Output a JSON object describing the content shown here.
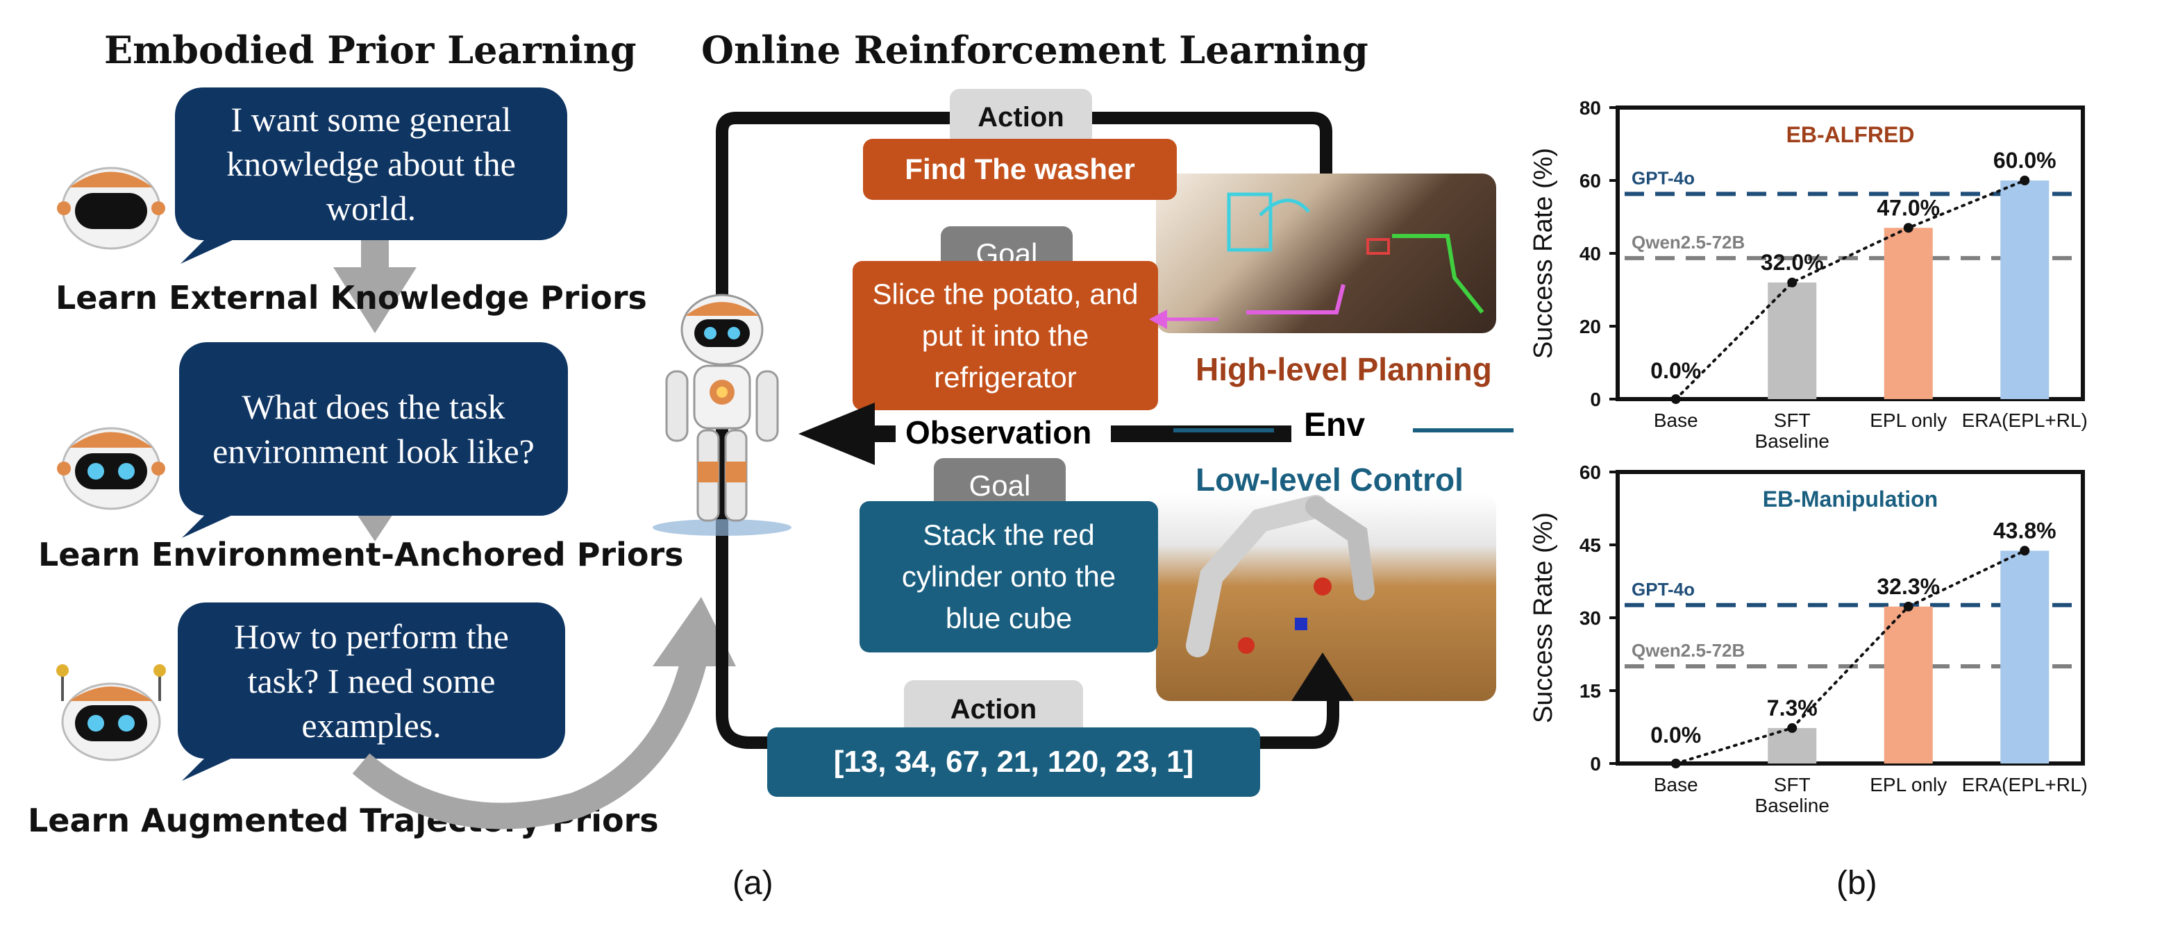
{
  "panel_a": {
    "caption": "(a)",
    "epl_title": "Embodied Prior Learning",
    "orl_title": "Online Reinforcement Learning",
    "bubbles": [
      {
        "text": "I want some general knowledge about the world.",
        "label": "Learn External Knowledge Priors"
      },
      {
        "text": "What does the task environment look like?",
        "label": "Learn Environment-Anchored Priors"
      },
      {
        "text": "How to perform the task? I need some examples.",
        "label": "Learn Augmented Trajectory Priors"
      }
    ],
    "loop": {
      "action_top": "Action",
      "action_top_value": "Find The washer",
      "goal_top": "Goal",
      "goal_top_value": "Slice the potato, and put it into the refrigerator",
      "observation": "Observation",
      "env": "Env",
      "high_level": "High-level Planning",
      "low_level": "Low-level Control",
      "goal_bottom": "Goal",
      "goal_bottom_value": "Stack the red cylinder onto the blue cube",
      "action_bottom": "Action",
      "action_bottom_value": "[13, 34, 67, 21, 120, 23, 1]"
    },
    "colors": {
      "bubble": "#0f3563",
      "orange": "#c4511c",
      "teal": "#1a5f80",
      "high_level_text": "#a0401a",
      "low_level_text": "#1a5f80"
    }
  },
  "panel_b": {
    "caption": "(b)"
  },
  "chart_data": [
    {
      "type": "bar",
      "title": "EB-ALFRED",
      "ylabel": "Success Rate (%)",
      "ylim": [
        0,
        80
      ],
      "yticks": [
        0,
        20,
        40,
        60,
        80
      ],
      "categories": [
        "Base",
        "SFT\nBaseline",
        "EPL only",
        "ERA(EPL+RL)"
      ],
      "values": [
        0.0,
        32.0,
        47.0,
        60.0
      ],
      "value_labels": [
        "0.0%",
        "32.0%",
        "47.0%",
        "60.0%"
      ],
      "bar_colors": [
        "#bfbfbf",
        "#bfbfbf",
        "#f4a582",
        "#a6c8ec"
      ],
      "reference_lines": [
        {
          "name": "GPT-4o",
          "value": 56.3,
          "color": "#1f4e79"
        },
        {
          "name": "Qwen2.5-72B",
          "value": 38.7,
          "color": "#808080"
        }
      ]
    },
    {
      "type": "bar",
      "title": "EB-Manipulation",
      "ylabel": "Success Rate (%)",
      "ylim": [
        0,
        60
      ],
      "yticks": [
        0,
        15,
        30,
        45,
        60
      ],
      "categories": [
        "Base",
        "SFT\nBaseline",
        "EPL only",
        "ERA(EPL+RL)"
      ],
      "values": [
        0.0,
        7.3,
        32.3,
        43.8
      ],
      "value_labels": [
        "0.0%",
        "7.3%",
        "32.3%",
        "43.8%"
      ],
      "bar_colors": [
        "#bfbfbf",
        "#bfbfbf",
        "#f4a582",
        "#a6c8ec"
      ],
      "reference_lines": [
        {
          "name": "GPT-4o",
          "value": 32.6,
          "color": "#1f4e79"
        },
        {
          "name": "Qwen2.5-72B",
          "value": 20.0,
          "color": "#808080"
        }
      ]
    }
  ]
}
